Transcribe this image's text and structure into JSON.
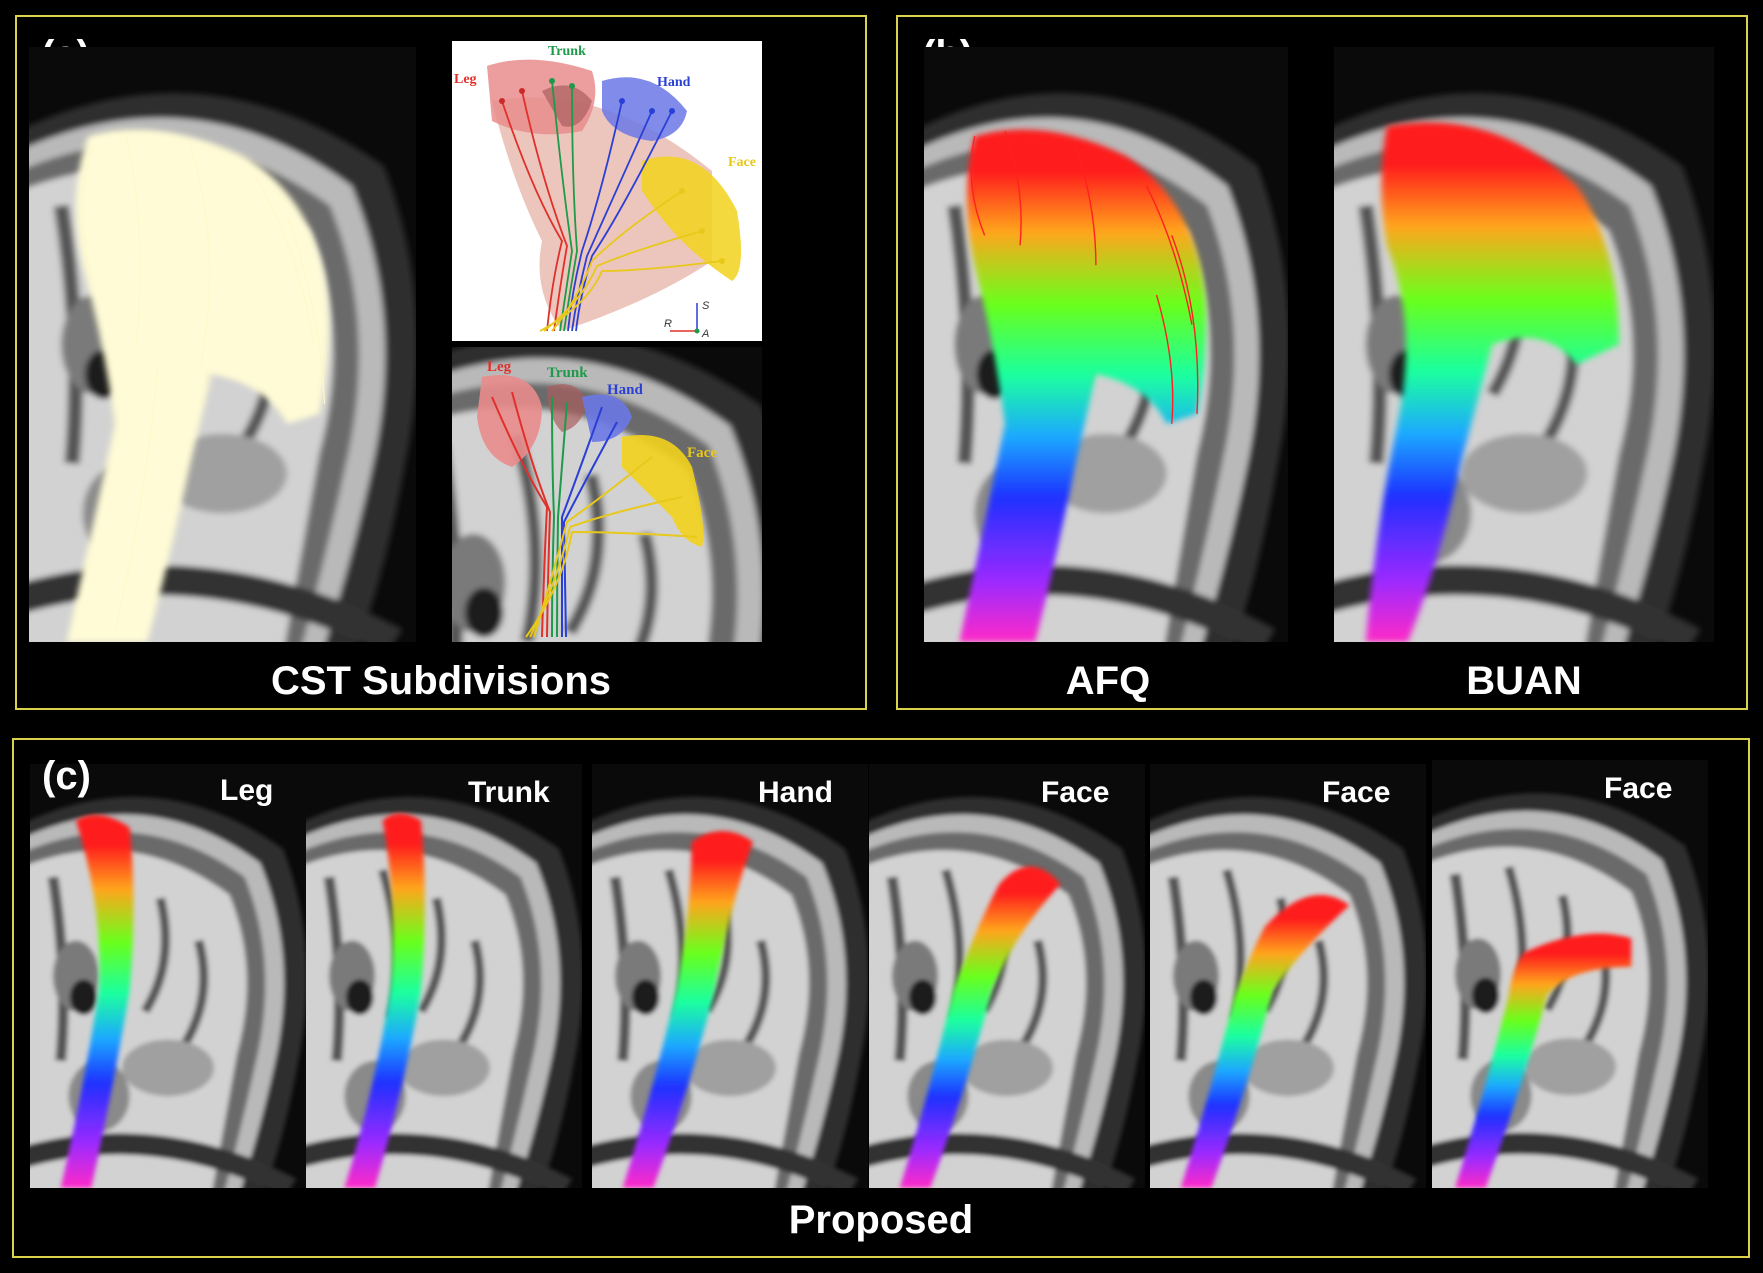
{
  "panel_a": {
    "label": "(a)",
    "caption": "CST Subdivisions",
    "diagram": {
      "leg": "Leg",
      "trunk": "Trunk",
      "hand": "Hand",
      "face": "Face",
      "axis_s": "S",
      "axis_r": "R",
      "axis_a": "A"
    },
    "overlay": {
      "leg": "Leg",
      "trunk": "Trunk",
      "hand": "Hand",
      "face": "Face"
    }
  },
  "panel_b": {
    "label": "(b)",
    "caption_left": "AFQ",
    "caption_right": "BUAN"
  },
  "panel_c": {
    "label": "(c)",
    "caption": "Proposed",
    "items": [
      "Leg",
      "Trunk",
      "Hand",
      "Face",
      "Face",
      "Face"
    ]
  },
  "colors": {
    "border": "#d9d24a",
    "tract_cream": "#fffbd6",
    "leg": "#d83a3a",
    "trunk": "#1e9a4a",
    "hand": "#2a3fd6",
    "face": "#f2d21c"
  }
}
